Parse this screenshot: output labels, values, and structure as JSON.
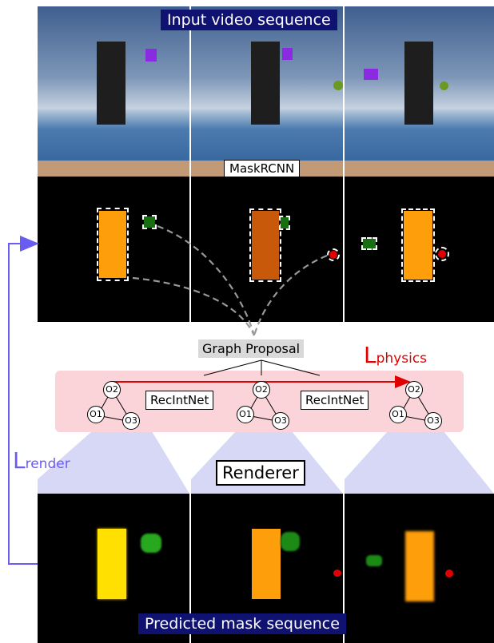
{
  "labels": {
    "input_title": "Input video sequence",
    "maskrcnn": "MaskRCNN",
    "graph_proposal": "Graph Proposal",
    "recintnet_1": "RecIntNet",
    "recintnet_2": "RecIntNet",
    "renderer": "Renderer",
    "output_title": "Predicted mask sequence",
    "loss_physics_main": "L",
    "loss_physics_sub": "physics",
    "loss_render_main": "L",
    "loss_render_sub": "render"
  },
  "nodes": [
    "O2",
    "O1",
    "O3"
  ],
  "colors": {
    "title_bg": "#0f1270",
    "physics": "#e00000",
    "render": "#6a5cf0",
    "graph_band": "#fad4d9",
    "beam": "#d6d8f6"
  }
}
